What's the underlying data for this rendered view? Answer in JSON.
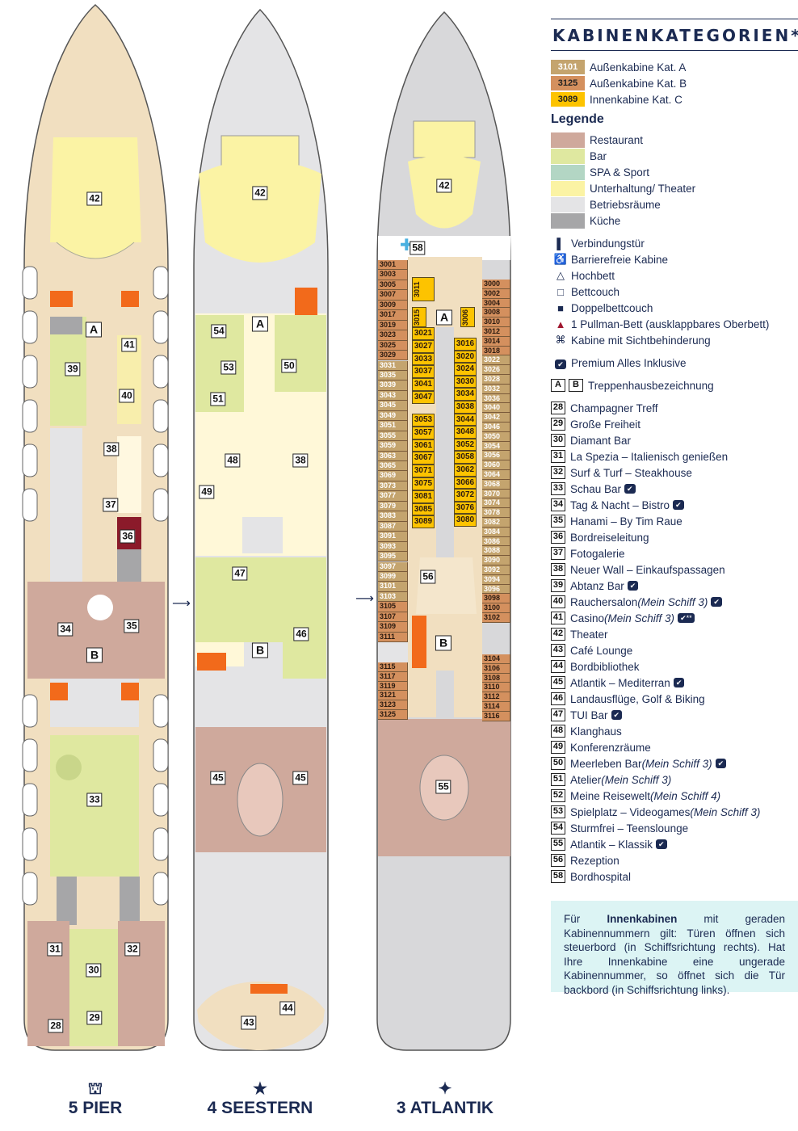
{
  "legend": {
    "title": "KABINENKATEGORIEN*",
    "categories": [
      {
        "code": "3101",
        "label": "Außenkabine Kat. A",
        "color": "#c4a46e"
      },
      {
        "code": "3125",
        "label": "Außenkabine Kat. B",
        "color": "#d4905e"
      },
      {
        "code": "3089",
        "label": "Innenkabine Kat. C",
        "color": "#fdc300"
      }
    ],
    "heading": "Legende",
    "areas": [
      {
        "label": "Restaurant",
        "color": "#cfa99c"
      },
      {
        "label": "Bar",
        "color": "#dfe8a0"
      },
      {
        "label": "SPA & Sport",
        "color": "#b3d6c4"
      },
      {
        "label": "Unterhaltung/ Theater",
        "color": "#fbf3a4"
      },
      {
        "label": "Betriebsräume",
        "color": "#e4e4e6"
      },
      {
        "label": "Küche",
        "color": "#a6a6a8"
      }
    ],
    "symbols": [
      {
        "icon": "connecting-door",
        "glyph": "▌",
        "label": "Verbindungstür"
      },
      {
        "icon": "wheelchair",
        "glyph": "♿",
        "label": "Barrierefreie Kabine"
      },
      {
        "icon": "triangle-outline",
        "glyph": "△",
        "label": "Hochbett"
      },
      {
        "icon": "square-outline",
        "glyph": "□",
        "label": "Bettcouch"
      },
      {
        "icon": "square-filled",
        "glyph": "■",
        "label": "Doppelbettcouch"
      },
      {
        "icon": "triangle-filled",
        "glyph": "▲",
        "label": "1 Pullman-Bett (ausklappbares Oberbett)"
      },
      {
        "icon": "obstructed-view",
        "glyph": "⌘",
        "label": "Kabine mit Sichtbehinderung"
      }
    ],
    "premium": {
      "glyph": "✔",
      "label": "Premium Alles Inklusive"
    },
    "stairs": {
      "a": "A",
      "b": "B",
      "label": "Treppenhausbezeichnung"
    },
    "venues": [
      {
        "n": "28",
        "t": "Champagner Treff"
      },
      {
        "n": "29",
        "t": "Große Freiheit"
      },
      {
        "n": "30",
        "t": "Diamant Bar"
      },
      {
        "n": "31",
        "t": "La Spezia – Italienisch genießen"
      },
      {
        "n": "32",
        "t": "Surf & Turf – Steakhouse"
      },
      {
        "n": "33",
        "t": "Schau Bar",
        "p": "✔"
      },
      {
        "n": "34",
        "t": "Tag & Nacht – Bistro",
        "p": "✔"
      },
      {
        "n": "35",
        "t": "Hanami – By Tim Raue"
      },
      {
        "n": "36",
        "t": "Bordreiseleitung"
      },
      {
        "n": "37",
        "t": "Fotogalerie"
      },
      {
        "n": "38",
        "t": "Neuer Wall – Einkaufspassagen"
      },
      {
        "n": "39",
        "t": "Abtanz Bar",
        "p": "✔"
      },
      {
        "n": "40",
        "t": "Rauchersalon ",
        "i": "(Mein Schiff 3)",
        "p": "✔"
      },
      {
        "n": "41",
        "t": "Casino ",
        "i": "(Mein Schiff 3)",
        "p": "✔**"
      },
      {
        "n": "42",
        "t": "Theater"
      },
      {
        "n": "43",
        "t": "Café Lounge"
      },
      {
        "n": "44",
        "t": "Bordbibliothek"
      },
      {
        "n": "45",
        "t": "Atlantik – Mediterran",
        "p": "✔"
      },
      {
        "n": "46",
        "t": "Landausflüge, Golf & Biking"
      },
      {
        "n": "47",
        "t": "TUI Bar",
        "p": "✔"
      },
      {
        "n": "48",
        "t": "Klanghaus"
      },
      {
        "n": "49",
        "t": "Konferenzräume"
      },
      {
        "n": "50",
        "t": "Meerleben Bar ",
        "i": "(Mein Schiff 3)",
        "p": "✔"
      },
      {
        "n": "51",
        "t": "Atelier ",
        "i": "(Mein Schiff 3)"
      },
      {
        "n": "52",
        "t": "Meine Reisewelt ",
        "i": "(Mein Schiff 4)"
      },
      {
        "n": "53",
        "t": "Spielplatz – Videogames ",
        "i": "(Mein Schiff 3)"
      },
      {
        "n": "54",
        "t": "Sturmfrei – Teenslounge"
      },
      {
        "n": "55",
        "t": "Atlantik – Klassik",
        "p": "✔"
      },
      {
        "n": "56",
        "t": "Rezeption"
      },
      {
        "n": "58",
        "t": "Bordhospital"
      }
    ],
    "info": {
      "pre": "Für ",
      "bold": "Innenkabinen",
      "post": " mit geraden Kabinennummern gilt: Türen öffnen sich steuerbord (in Schiffsrichtung rechts). Hat Ihre Innenkabine eine ungerade Kabinennummer, so öffnet sich die Tür backbord (in Schiffsrichtung links)."
    }
  },
  "decks": [
    {
      "label": "5 PIER",
      "icon": "bollard",
      "glyph": "⛫",
      "markers": [
        "42",
        "A",
        "41",
        "39",
        "40",
        "38",
        "37",
        "36",
        "34",
        "35",
        "B",
        "33",
        "31",
        "32",
        "30",
        "29",
        "28"
      ]
    },
    {
      "label": "4 SEESTERN",
      "icon": "star",
      "glyph": "★",
      "markers": [
        "42",
        "A",
        "54",
        "53",
        "50",
        "51",
        "48",
        "38",
        "49",
        "47",
        "46",
        "B",
        "45",
        "45",
        "44",
        "43"
      ]
    },
    {
      "label": "3 ATLANTIK",
      "icon": "compass-star",
      "glyph": "✦",
      "markers": [
        "42",
        "58",
        "A",
        "56",
        "B",
        "55"
      ]
    }
  ],
  "cabins": {
    "left_outer": [
      [
        "3001",
        "B"
      ],
      [
        "3003",
        "B"
      ],
      [
        "3005",
        "B"
      ],
      [
        "3007",
        "B"
      ],
      [
        "3009",
        "B"
      ],
      [
        "3017",
        "B"
      ],
      [
        "3019",
        "B"
      ],
      [
        "3023",
        "B"
      ],
      [
        "3025",
        "B"
      ],
      [
        "3029",
        "B"
      ],
      [
        "3031",
        "A"
      ],
      [
        "3035",
        "A"
      ],
      [
        "3039",
        "A"
      ],
      [
        "3043",
        "A"
      ],
      [
        "3045",
        "A"
      ],
      [
        "3049",
        "A"
      ],
      [
        "3051",
        "A"
      ],
      [
        "3055",
        "A"
      ],
      [
        "3059",
        "A"
      ],
      [
        "3063",
        "A"
      ],
      [
        "3065",
        "A"
      ],
      [
        "3069",
        "A"
      ],
      [
        "3073",
        "A"
      ],
      [
        "3077",
        "A"
      ],
      [
        "3079",
        "A"
      ],
      [
        "3083",
        "A"
      ],
      [
        "3087",
        "A"
      ],
      [
        "3091",
        "A"
      ],
      [
        "3093",
        "A"
      ],
      [
        "3095",
        "A"
      ],
      [
        "3097",
        "A"
      ],
      [
        "3099",
        "A"
      ],
      [
        "3101",
        "A"
      ],
      [
        "3103",
        "A"
      ],
      [
        "3105",
        "B"
      ],
      [
        "3107",
        "B"
      ],
      [
        "3109",
        "B"
      ],
      [
        "3111",
        "B"
      ]
    ],
    "left_aft": [
      [
        "3115",
        "B"
      ],
      [
        "3117",
        "B"
      ],
      [
        "3119",
        "B"
      ],
      [
        "3121",
        "B"
      ],
      [
        "3123",
        "B"
      ],
      [
        "3125",
        "B"
      ]
    ],
    "right_outer": [
      [
        "3000",
        "B"
      ],
      [
        "3002",
        "B"
      ],
      [
        "3004",
        "B"
      ],
      [
        "3008",
        "B"
      ],
      [
        "3010",
        "B"
      ],
      [
        "3012",
        "B"
      ],
      [
        "3014",
        "B"
      ],
      [
        "3018",
        "B"
      ],
      [
        "3022",
        "A"
      ],
      [
        "3026",
        "A"
      ],
      [
        "3028",
        "A"
      ],
      [
        "3032",
        "A"
      ],
      [
        "3036",
        "A"
      ],
      [
        "3040",
        "A"
      ],
      [
        "3042",
        "A"
      ],
      [
        "3046",
        "A"
      ],
      [
        "3050",
        "A"
      ],
      [
        "3054",
        "A"
      ],
      [
        "3056",
        "A"
      ],
      [
        "3060",
        "A"
      ],
      [
        "3064",
        "A"
      ],
      [
        "3068",
        "A"
      ],
      [
        "3070",
        "A"
      ],
      [
        "3074",
        "A"
      ],
      [
        "3078",
        "A"
      ],
      [
        "3082",
        "A"
      ],
      [
        "3084",
        "A"
      ],
      [
        "3086",
        "A"
      ],
      [
        "3088",
        "A"
      ],
      [
        "3090",
        "A"
      ],
      [
        "3092",
        "A"
      ],
      [
        "3094",
        "A"
      ],
      [
        "3096",
        "A"
      ],
      [
        "3098",
        "B"
      ],
      [
        "3100",
        "B"
      ],
      [
        "3102",
        "B"
      ]
    ],
    "right_aft": [
      [
        "3104",
        "B"
      ],
      [
        "3106",
        "B"
      ],
      [
        "3108",
        "B"
      ],
      [
        "3110",
        "B"
      ],
      [
        "3112",
        "B"
      ],
      [
        "3114",
        "B"
      ],
      [
        "3116",
        "B"
      ]
    ],
    "inner_left_a": [
      "3021",
      "3027",
      "3033",
      "3037",
      "3041",
      "3047"
    ],
    "inner_left_b": [
      "3053",
      "3057",
      "3061",
      "3067",
      "3071",
      "3075",
      "3081",
      "3085",
      "3089"
    ],
    "inner_right": [
      "3016",
      "3020",
      "3024",
      "3030",
      "3034",
      "3038",
      "3044",
      "3048",
      "3052",
      "3058",
      "3062",
      "3066",
      "3072",
      "3076",
      "3080"
    ],
    "vertical": [
      "3011",
      "3015",
      "3006"
    ]
  }
}
